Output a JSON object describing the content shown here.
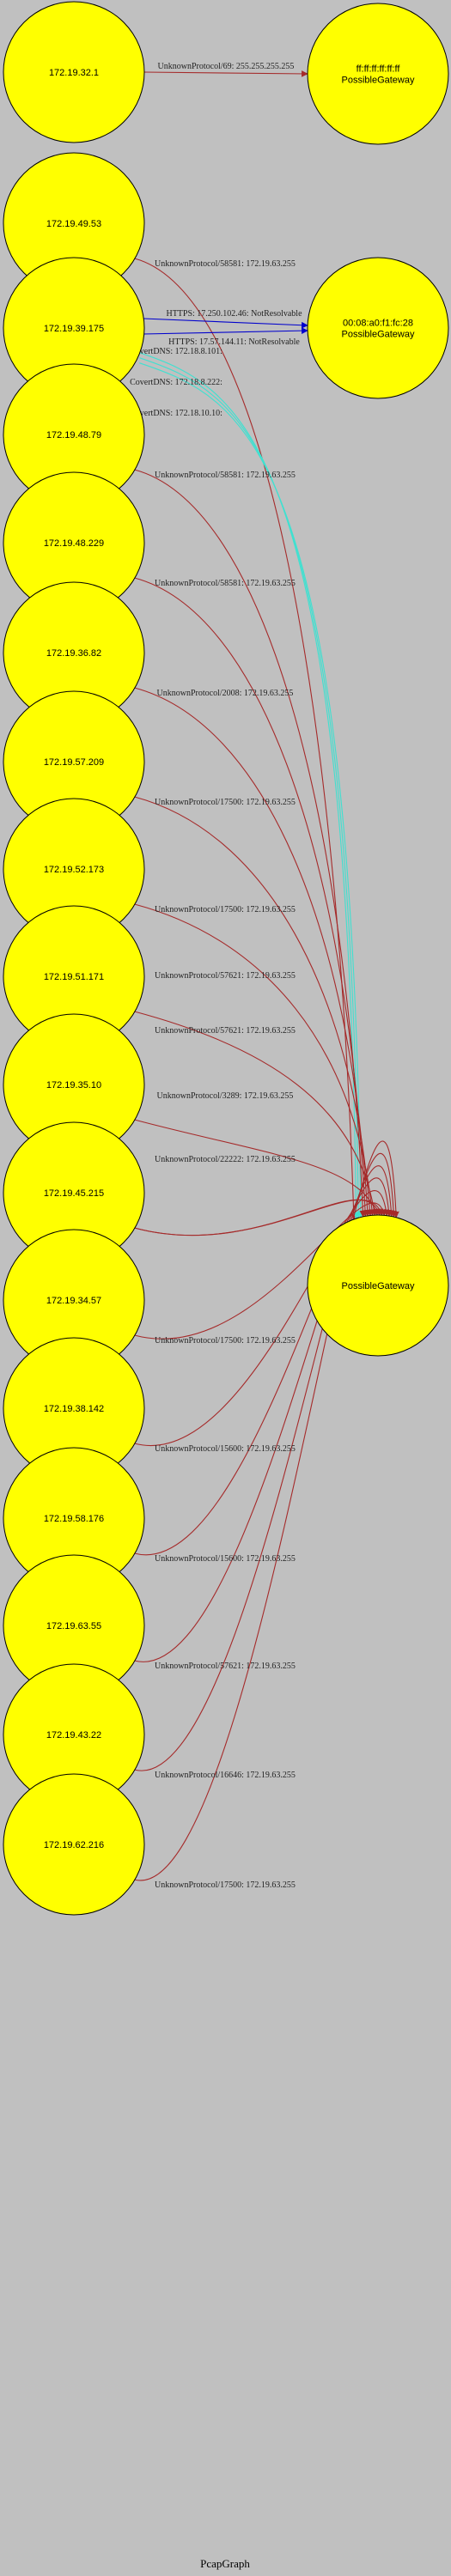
{
  "title": "PcapGraph",
  "colors": {
    "background": "#c0c0c0",
    "node_fill": "#ffff00",
    "node_stroke": "#000000",
    "edge_unknown": "#a52a2a",
    "edge_https": "#0000cd",
    "edge_dns": "#40e0d0"
  },
  "nodes": [
    {
      "id": "172.19.32.1",
      "lines": [
        "172.19.32.1"
      ]
    },
    {
      "id": "172.19.49.53",
      "lines": [
        "172.19.49.53"
      ]
    },
    {
      "id": "172.19.39.175",
      "lines": [
        "172.19.39.175"
      ]
    },
    {
      "id": "172.19.48.79",
      "lines": [
        "172.19.48.79"
      ]
    },
    {
      "id": "172.19.48.229",
      "lines": [
        "172.19.48.229"
      ]
    },
    {
      "id": "172.19.36.82",
      "lines": [
        "172.19.36.82"
      ]
    },
    {
      "id": "172.19.57.209",
      "lines": [
        "172.19.57.209"
      ]
    },
    {
      "id": "172.19.52.173",
      "lines": [
        "172.19.52.173"
      ]
    },
    {
      "id": "172.19.51.171",
      "lines": [
        "172.19.51.171"
      ]
    },
    {
      "id": "172.19.35.10",
      "lines": [
        "172.19.35.10"
      ]
    },
    {
      "id": "172.19.45.215",
      "lines": [
        "172.19.45.215"
      ]
    },
    {
      "id": "172.19.34.57",
      "lines": [
        "172.19.34.57"
      ]
    },
    {
      "id": "172.19.38.142",
      "lines": [
        "172.19.38.142"
      ]
    },
    {
      "id": "172.19.58.176",
      "lines": [
        "172.19.58.176"
      ]
    },
    {
      "id": "172.19.63.55",
      "lines": [
        "172.19.63.55"
      ]
    },
    {
      "id": "172.19.43.22",
      "lines": [
        "172.19.43.22"
      ]
    },
    {
      "id": "172.19.62.216",
      "lines": [
        "172.19.62.216"
      ]
    },
    {
      "id": "gw-broadcast",
      "lines": [
        "ff:ff:ff:ff:ff:ff",
        "PossibleGateway"
      ]
    },
    {
      "id": "gw-router",
      "lines": [
        "00:08:a0:f1:fc:28",
        "PossibleGateway"
      ]
    },
    {
      "id": "gw-main",
      "lines": [
        "PossibleGateway"
      ]
    }
  ],
  "edges": [
    {
      "from": "172.19.32.1",
      "to": "gw-broadcast",
      "kind": "unknown",
      "label": "UnknownProtocol/69: 255.255.255.255"
    },
    {
      "from": "172.19.49.53",
      "to": "gw-main",
      "kind": "unknown",
      "label": "UnknownProtocol/58581: 172.19.63.255"
    },
    {
      "from": "172.19.39.175",
      "to": "gw-router",
      "kind": "https",
      "label": "HTTPS: 17.250.102.46: NotResolvable"
    },
    {
      "from": "172.19.39.175",
      "to": "gw-router",
      "kind": "https",
      "label": "HTTPS: 17.57.144.11: NotResolvable"
    },
    {
      "from": "172.19.39.175",
      "to": "gw-main",
      "kind": "dns",
      "label": "CovertDNS: 172.18.8.101:"
    },
    {
      "from": "172.19.39.175",
      "to": "gw-main",
      "kind": "dns",
      "label": "CovertDNS: 172.18.8.222:"
    },
    {
      "from": "172.19.39.175",
      "to": "gw-main",
      "kind": "dns",
      "label": "CovertDNS: 172.18.10.10:"
    },
    {
      "from": "172.19.48.79",
      "to": "gw-main",
      "kind": "unknown",
      "label": "UnknownProtocol/58581: 172.19.63.255"
    },
    {
      "from": "172.19.48.229",
      "to": "gw-main",
      "kind": "unknown",
      "label": "UnknownProtocol/58581: 172.19.63.255"
    },
    {
      "from": "172.19.36.82",
      "to": "gw-main",
      "kind": "unknown",
      "label": "UnknownProtocol/2008: 172.19.63.255"
    },
    {
      "from": "172.19.57.209",
      "to": "gw-main",
      "kind": "unknown",
      "label": "UnknownProtocol/17500: 172.19.63.255"
    },
    {
      "from": "172.19.52.173",
      "to": "gw-main",
      "kind": "unknown",
      "label": "UnknownProtocol/17500: 172.19.63.255"
    },
    {
      "from": "172.19.51.171",
      "to": "gw-main",
      "kind": "unknown",
      "label": "UnknownProtocol/57621: 172.19.63.255"
    },
    {
      "from": "172.19.35.10",
      "to": "gw-main",
      "kind": "unknown",
      "label": "UnknownProtocol/57621: 172.19.63.255"
    },
    {
      "from": "172.19.45.215",
      "to": "gw-main",
      "kind": "unknown",
      "label": "UnknownProtocol/3289: 172.19.63.255"
    },
    {
      "from": "172.19.45.215",
      "to": "gw-main",
      "kind": "unknown",
      "label": "UnknownProtocol/22222: 172.19.63.255"
    },
    {
      "from": "172.19.34.57",
      "to": "gw-main",
      "kind": "unknown",
      "label": "UnknownProtocol/17500: 172.19.63.255"
    },
    {
      "from": "172.19.38.142",
      "to": "gw-main",
      "kind": "unknown",
      "label": "UnknownProtocol/15600: 172.19.63.255"
    },
    {
      "from": "172.19.58.176",
      "to": "gw-main",
      "kind": "unknown",
      "label": "UnknownProtocol/15600: 172.19.63.255"
    },
    {
      "from": "172.19.63.55",
      "to": "gw-main",
      "kind": "unknown",
      "label": "UnknownProtocol/57621: 172.19.63.255"
    },
    {
      "from": "172.19.43.22",
      "to": "gw-main",
      "kind": "unknown",
      "label": "UnknownProtocol/16646: 172.19.63.255"
    },
    {
      "from": "172.19.62.216",
      "to": "gw-main",
      "kind": "unknown",
      "label": "UnknownProtocol/17500: 172.19.63.255"
    }
  ]
}
